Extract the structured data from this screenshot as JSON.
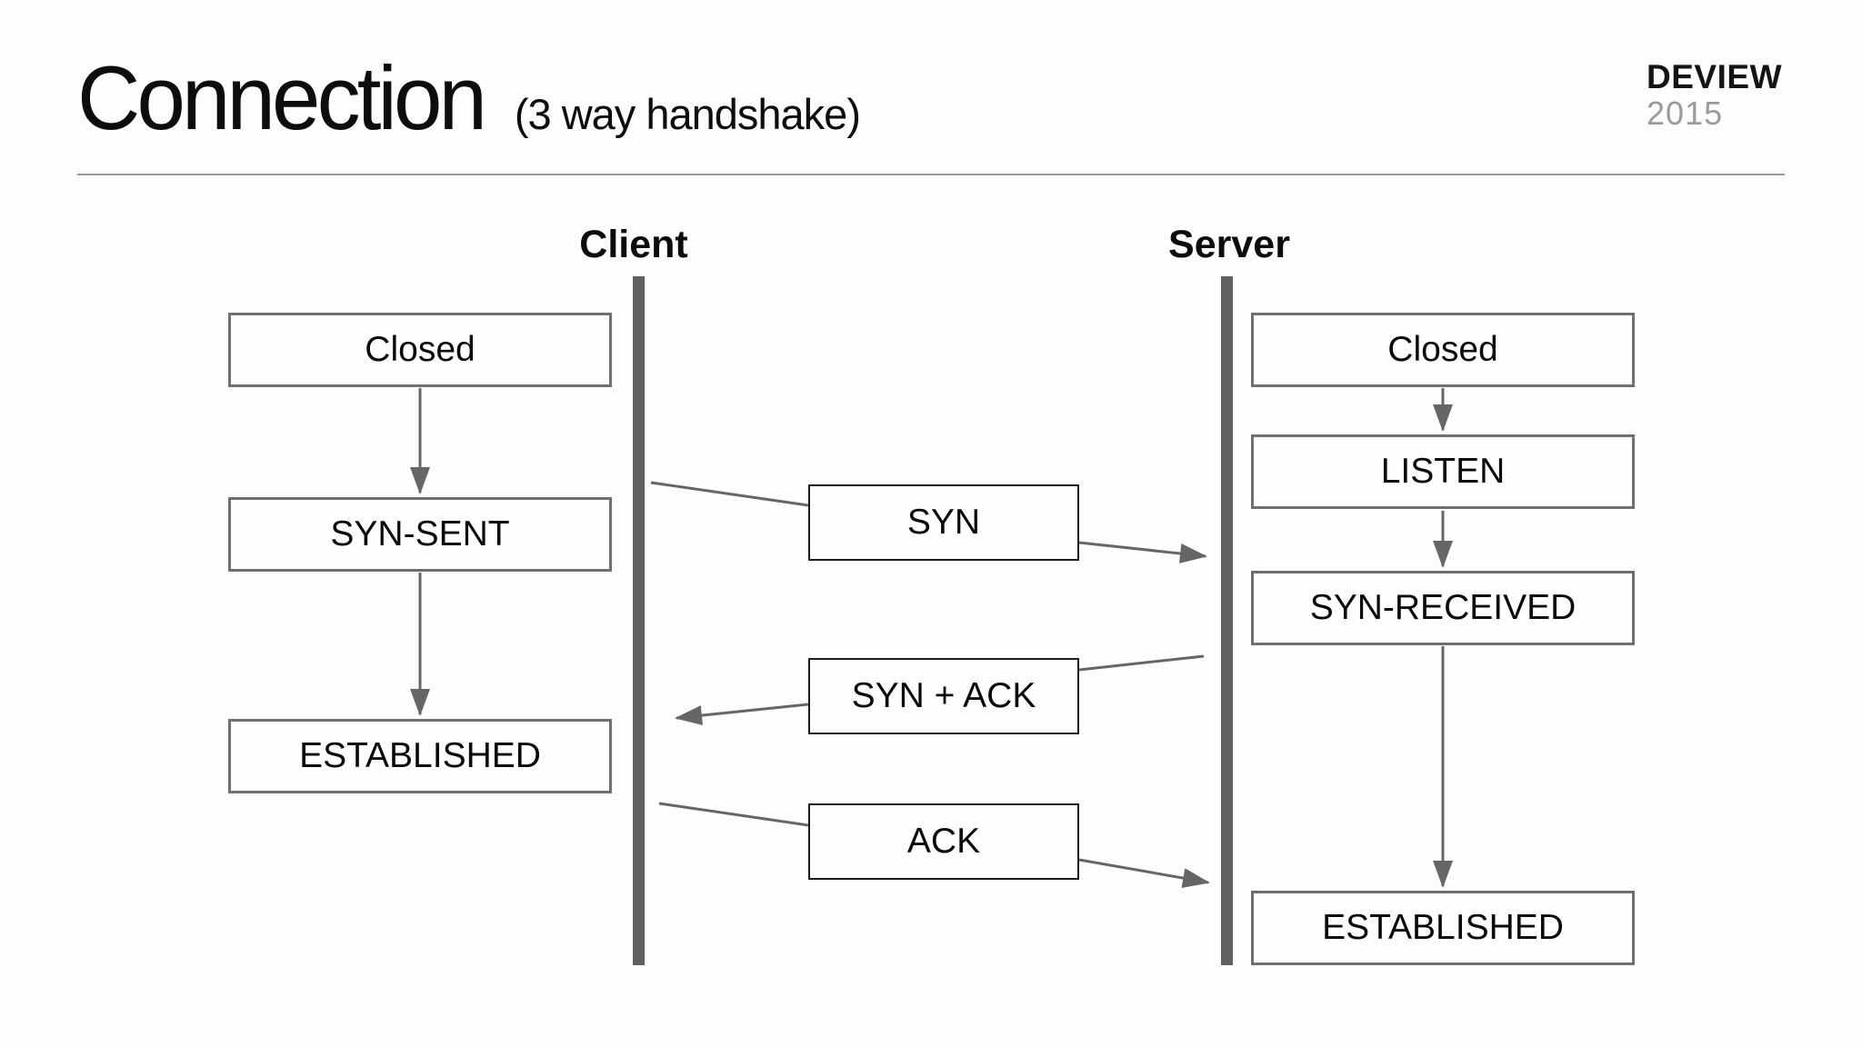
{
  "header": {
    "title": "Connection",
    "subtitle": "(3 way handshake)",
    "brand": {
      "name": "DEVIEW",
      "year": "2015"
    }
  },
  "diagram": {
    "client": {
      "label": "Client",
      "states": [
        "Closed",
        "SYN-SENT",
        "ESTABLISHED"
      ]
    },
    "server": {
      "label": "Server",
      "states": [
        "Closed",
        "LISTEN",
        "SYN-RECEIVED",
        "ESTABLISHED"
      ]
    },
    "messages": [
      "SYN",
      "SYN + ACK",
      "ACK"
    ]
  },
  "colors": {
    "state_box_border": "#6f6f6f",
    "message_box_border": "#1b1b1b",
    "connector": "#666666",
    "lifeline": "#616161",
    "divider": "#9a9a9a",
    "brand_year_gray": "#9b9b9b",
    "text": "#0a0a0a"
  }
}
